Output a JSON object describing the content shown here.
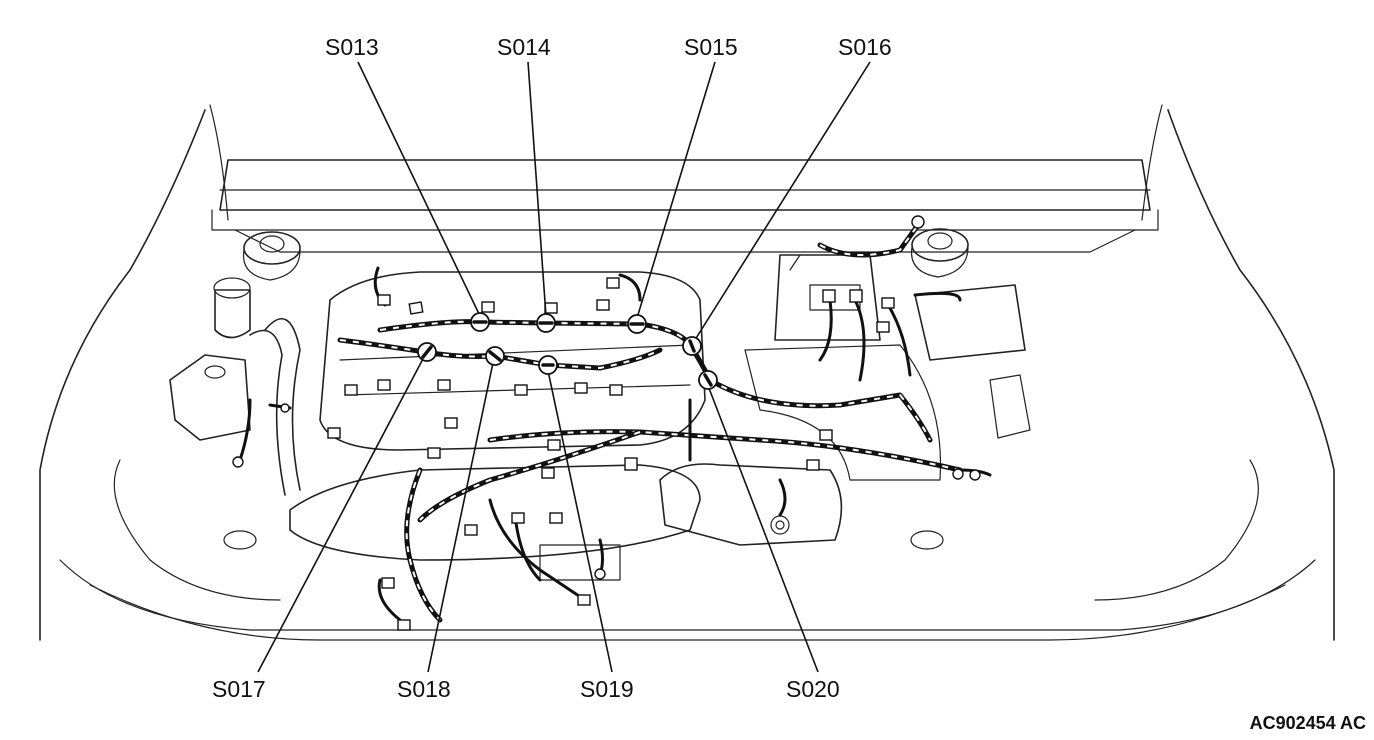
{
  "figure_id": "AC902454 AC",
  "callouts": {
    "s013": "S013",
    "s014": "S014",
    "s015": "S015",
    "s016": "S016",
    "s017": "S017",
    "s018": "S018",
    "s019": "S019",
    "s020": "S020"
  }
}
